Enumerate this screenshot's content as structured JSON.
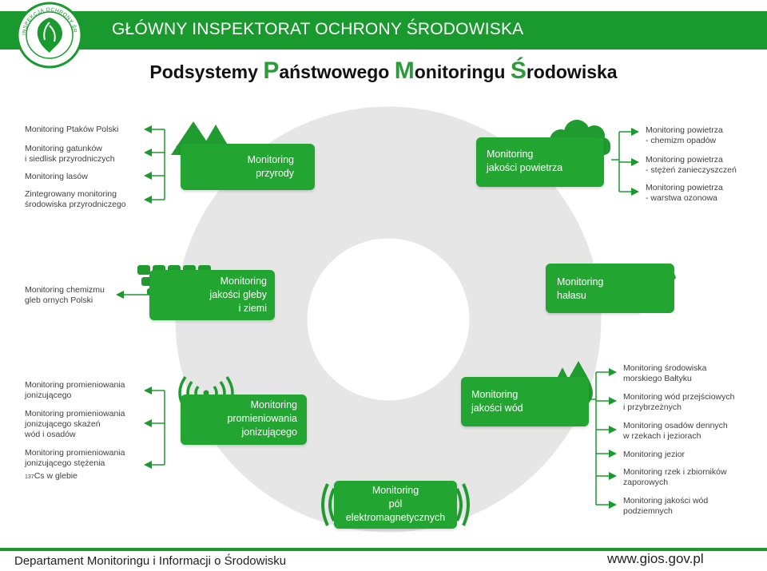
{
  "header": {
    "title": "GŁÓWNY INSPEKTORAT OCHRONY ŚRODOWISKA",
    "logo_text": "INSPEKCJA OCHRONY ŚRODOWISKA"
  },
  "page_title": {
    "part1": "Podsystemy ",
    "cap1": "P",
    "part2": "aństwowego ",
    "cap2": "M",
    "part3": "onitoringu ",
    "cap3": "Ś",
    "part4": "rodowiska"
  },
  "colors": {
    "brand_green": "#1a9a2e",
    "box_green": "#23a532",
    "ring_gray": "#e6e6e6"
  },
  "modules": {
    "przyrody": {
      "lines": [
        "Monitoring",
        "przyrody"
      ],
      "icon": "trees-icon",
      "items": [
        "Monitoring Ptaków Polski",
        "Monitoring gatunków",
        "i siedlisk przyrodniczych",
        "Monitoring lasów",
        "Zintegrowany monitoring",
        "środowiska przyrodniczego"
      ]
    },
    "powietrza": {
      "lines": [
        "Monitoring",
        "jakości powietrza"
      ],
      "icon": "cloud-icon",
      "items": [
        "Monitoring powietrza",
        "- chemizm opadów",
        "Monitoring powietrza",
        "- stężeń zanieczyszczeń",
        "Monitoring powietrza",
        "- warstwa ozonowa"
      ]
    },
    "gleby": {
      "lines": [
        "Monitoring",
        "jakości gleby",
        "i ziemi"
      ],
      "icon": "soil-blocks-icon",
      "items": [
        "Monitoring chemizmu",
        "gleb ornych Polski"
      ]
    },
    "halasu": {
      "lines": [
        "Monitoring",
        "hałasu"
      ],
      "icon": "megaphone-icon"
    },
    "promieniowania": {
      "lines": [
        "Monitoring",
        "promieniowania",
        "jonizującego"
      ],
      "icon": "radiation-waves-icon",
      "items": [
        "Monitoring promieniowania",
        "jonizującego",
        "Monitoring promieniowania",
        "jonizującego skażeń",
        "wód i osadów",
        "Monitoring promieniowania",
        "jonizującego stężenia",
        "137",
        "Cs w glebie"
      ]
    },
    "wod": {
      "lines": [
        "Monitoring",
        "jakości wód"
      ],
      "icon": "water-drops-icon",
      "items": [
        "Monitoring środowiska",
        "morskiego Bałtyku",
        "Monitoring wód przejściowych",
        "i przybrzeżnych",
        "Monitoring osadów dennych",
        "w rzekach i jeziorach",
        "Monitoring jezior",
        "Monitoring rzek i zbiorników",
        "zaporowych",
        "Monitoring jakości wód",
        "podziemnych"
      ]
    },
    "pol": {
      "lines": [
        "Monitoring",
        "pól",
        "elektromagnetycznych"
      ],
      "icon": "em-waves-icon"
    }
  },
  "footer": {
    "department": "Departament Monitoringu i Informacji o Środowisku",
    "url": "www.gios.gov.pl"
  }
}
